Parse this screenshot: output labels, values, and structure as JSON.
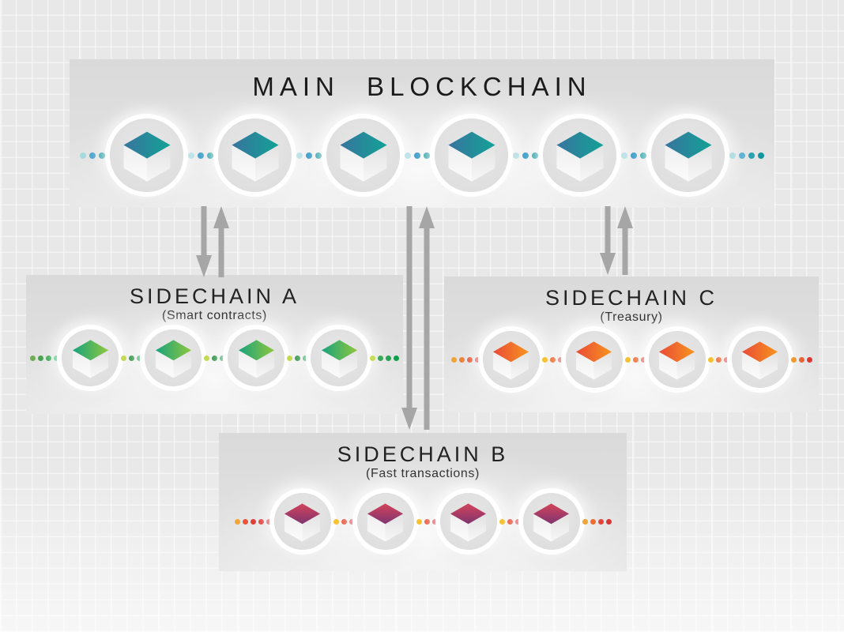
{
  "colors": {
    "background": "#e8e8e8",
    "panel": "#dedede",
    "arrow": "#a6a6a6",
    "title_text": "#1b1b1b",
    "circle_ring": "#ffffff"
  },
  "sections": {
    "main": {
      "title": "MAIN BLOCKCHAIN",
      "chain": {
        "nodes": 6,
        "cube_gradient": [
          "#38749e",
          "#12a296"
        ],
        "gradient_dir": "horizontal",
        "left_dots": [
          "#a7dade",
          "#4aa2cb",
          "#1899a3"
        ],
        "gap_dots": [
          "#bfe3e7",
          "#3f9fca",
          "#12979e"
        ],
        "right_dots": [
          "#b3dfe2",
          "#5fb3d5",
          "#2ba0af",
          "#0e96a0"
        ]
      }
    },
    "sidechain_a": {
      "title": "SIDECHAIN A",
      "subtitle": "(Smart contracts)",
      "chain": {
        "nodes": 4,
        "cube_gradient": [
          "#19a37d",
          "#8dc63f"
        ],
        "gradient_dir": "horizontal",
        "left_dots": [
          "#72ab55",
          "#44a04e",
          "#30a54c",
          "#1ec05f"
        ],
        "gap_dots": [
          "#c3d94f",
          "#2e9045",
          "#1b9c4e"
        ],
        "right_dots": [
          "#c8dd55",
          "#3aa85b",
          "#2aa153",
          "#0f9e4b"
        ]
      }
    },
    "sidechain_c": {
      "title": "SIDECHAIN C",
      "subtitle": "(Treasury)",
      "chain": {
        "nodes": 4,
        "cube_gradient": [
          "#e94a38",
          "#f7941e"
        ],
        "gradient_dir": "horizontal",
        "left_dots": [
          "#f2a436",
          "#ee7f3a",
          "#e55239",
          "#e03a34"
        ],
        "gap_dots": [
          "#f6c12e",
          "#ed6a30",
          "#e03a34"
        ],
        "right_dots": [
          "#f29a2e",
          "#e8633a",
          "#dd3732"
        ]
      }
    },
    "sidechain_b": {
      "title": "SIDECHAIN B",
      "subtitle": "(Fast transactions)",
      "chain": {
        "nodes": 4,
        "cube_gradient": [
          "#d4435a",
          "#7e3570"
        ],
        "gradient_dir": "vertical",
        "left_dots": [
          "#f2a436",
          "#e8533a",
          "#e03a34",
          "#de3331",
          "#d32b38"
        ],
        "gap_dots": [
          "#f6c12e",
          "#e8533a",
          "#dd2f35"
        ],
        "right_dots": [
          "#f2a436",
          "#ee6c2f",
          "#e0453c",
          "#d83636"
        ]
      }
    }
  }
}
